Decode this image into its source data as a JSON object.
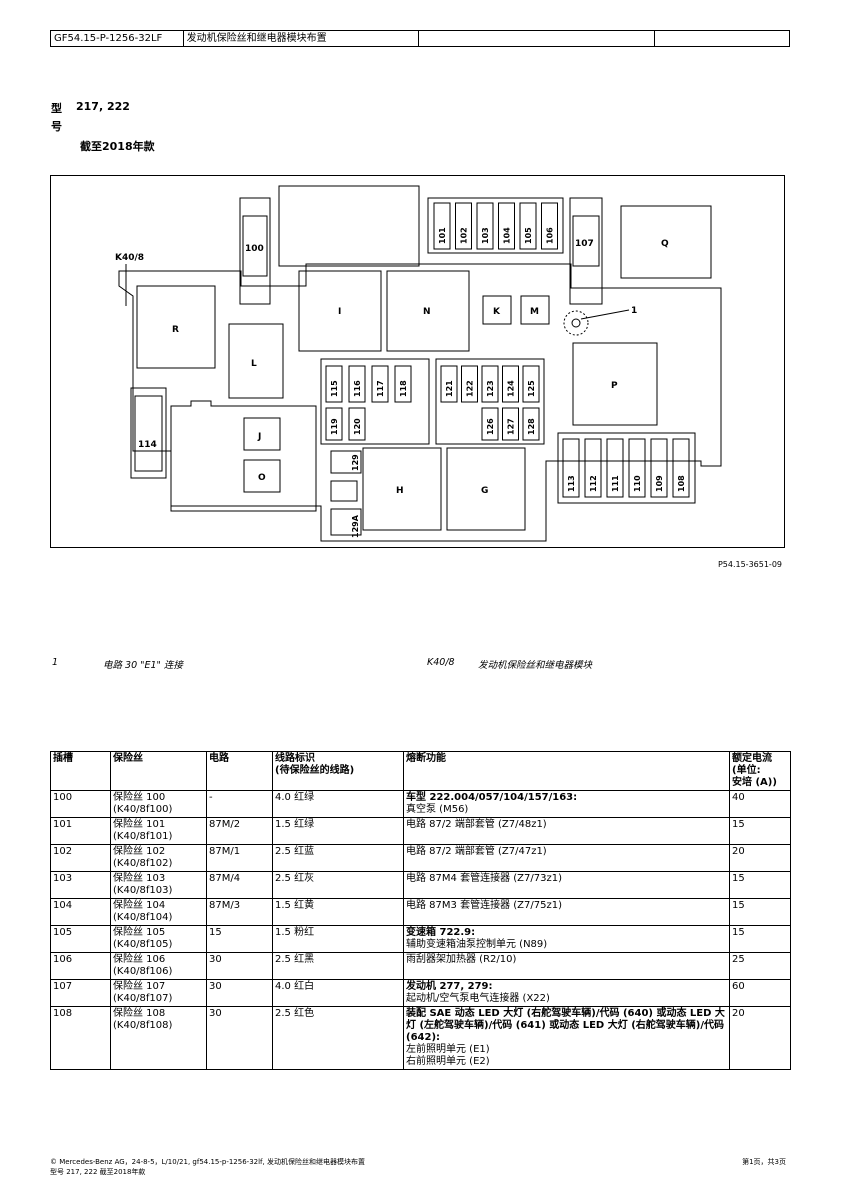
{
  "header": {
    "doc_id": "GF54.15-P-1256-32LF",
    "title": "发动机保险丝和继电器模块布置",
    "cell3": "",
    "cell4": ""
  },
  "model": {
    "label_1": "型",
    "label_2": "号",
    "value": "217, 222",
    "upto": "截至2018年款"
  },
  "diagram": {
    "code": "P54.15-3651-09",
    "module_label": "K40/8",
    "connection_label": "1",
    "top_fuses": [
      "101",
      "102",
      "103",
      "104",
      "105",
      "106"
    ],
    "right_fuses": [
      "113",
      "112",
      "111",
      "110",
      "109",
      "108"
    ],
    "left_top_fuses": [
      "115",
      "116",
      "117",
      "118"
    ],
    "left_bottom_fuses": [
      "119",
      "120"
    ],
    "mid_top_fuses": [
      "121",
      "122",
      "123",
      "124",
      "125"
    ],
    "mid_bottom_fuses": [
      "126",
      "127",
      "128"
    ],
    "fuse_100": "100",
    "fuse_107": "107",
    "fuse_114": "114",
    "fuse_129": "129",
    "fuse_129a": "129A",
    "relays": {
      "Q": "Q",
      "R": "R",
      "I": "I",
      "N": "N",
      "K": "K",
      "M": "M",
      "L": "L",
      "P": "P",
      "J": "J",
      "O": "O",
      "H": "H",
      "G": "G"
    }
  },
  "legend": [
    {
      "num": "1",
      "text": "电路 30 \"E1\" 连接"
    },
    {
      "num": "K40/8",
      "text": "发动机保险丝和继电器模块"
    }
  ],
  "table": {
    "headers": {
      "slot": "插槽",
      "fuse": "保险丝",
      "circuit": "电路",
      "wire": "线路标识",
      "wire_sub": "(待保险丝的线路)",
      "function": "熔断功能",
      "rated": "额定电流",
      "rated_2": "(单位:",
      "rated_3": "安培 (A))"
    },
    "rows": [
      {
        "slot": "100",
        "fuse": "保险丝 100",
        "fuse_id": "(K40/8f100)",
        "circuit": "-",
        "wire": "4.0 红绿",
        "func_bold": "车型 222.004/057/104/157/163:",
        "func": "真空泵 (M56)",
        "amp": "40"
      },
      {
        "slot": "101",
        "fuse": "保险丝 101",
        "fuse_id": "(K40/8f101)",
        "circuit": "87M/2",
        "wire": "1.5 红绿",
        "func_bold": "",
        "func": "电路 87/2 端部套管 (Z7/48z1)",
        "amp": "15"
      },
      {
        "slot": "102",
        "fuse": "保险丝 102",
        "fuse_id": "(K40/8f102)",
        "circuit": "87M/1",
        "wire": "2.5 红蓝",
        "func_bold": "",
        "func": "电路 87/2 端部套管 (Z7/47z1)",
        "amp": "20"
      },
      {
        "slot": "103",
        "fuse": "保险丝 103",
        "fuse_id": "(K40/8f103)",
        "circuit": "87M/4",
        "wire": "2.5 红灰",
        "func_bold": "",
        "func": "电路 87M4 套管连接器 (Z7/73z1)",
        "amp": "15"
      },
      {
        "slot": "104",
        "fuse": "保险丝 104",
        "fuse_id": "(K40/8f104)",
        "circuit": "87M/3",
        "wire": "1.5 红黄",
        "func_bold": "",
        "func": "电路 87M3 套管连接器 (Z7/75z1)",
        "amp": "15"
      },
      {
        "slot": "105",
        "fuse": "保险丝 105",
        "fuse_id": "(K40/8f105)",
        "circuit": "15",
        "wire": "1.5 粉红",
        "func_bold": "变速箱 722.9:",
        "func": "辅助变速箱油泵控制单元 (N89)",
        "amp": "15"
      },
      {
        "slot": "106",
        "fuse": "保险丝 106",
        "fuse_id": "(K40/8f106)",
        "circuit": "30",
        "wire": "2.5 红黑",
        "func_bold": "",
        "func": "雨刮器架加热器 (R2/10)",
        "amp": "25"
      },
      {
        "slot": "107",
        "fuse": "保险丝 107",
        "fuse_id": "(K40/8f107)",
        "circuit": "30",
        "wire": "4.0 红白",
        "func_bold": "发动机 277, 279:",
        "func": "起动机/空气泵电气连接器 (X22)",
        "amp": "60"
      },
      {
        "slot": "108",
        "fuse": "保险丝 108",
        "fuse_id": "(K40/8f108)",
        "circuit": "30",
        "wire": "2.5 红色",
        "func_bold": "装配 SAE 动态 LED 大灯 (右舵驾驶车辆)/代码 (640) 或动态 LED 大灯 (左舵驾驶车辆)/代码 (641) 或动态 LED 大灯 (右舵驾驶车辆)/代码 (642):",
        "func": "左前照明单元 (E1)",
        "func_2": "右前照明单元 (E2)",
        "amp": "20"
      }
    ]
  },
  "footer": {
    "line1": "© Mercedes-Benz AG，24-8-5，L/10/21, gf54.15-p-1256-32lf, 发动机保险丝和继电器模块布置",
    "line2": "型号 217, 222 截至2018年款",
    "page": "第1页，共3页"
  }
}
